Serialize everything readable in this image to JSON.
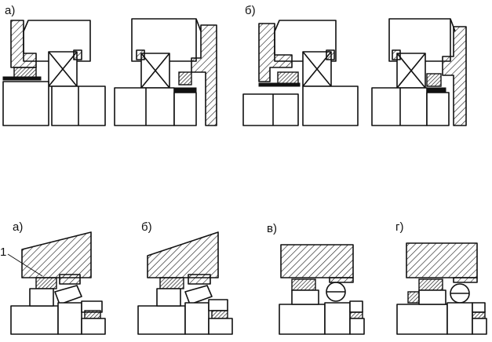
{
  "figure_top": {
    "labels": [
      "а)",
      "б)"
    ]
  },
  "figure_bottom": {
    "labels": [
      "а)",
      "б)",
      "в)",
      "г)"
    ],
    "callout": "1"
  }
}
